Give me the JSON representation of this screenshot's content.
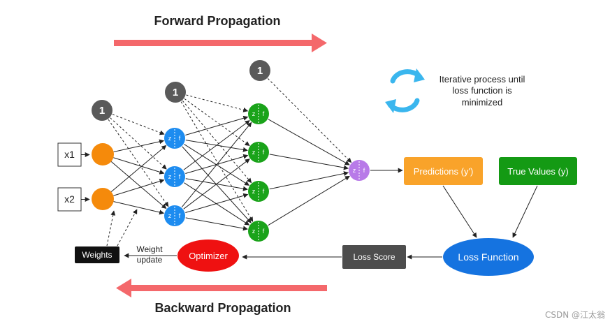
{
  "forward_label": "Forward Propagation",
  "backward_label": "Backward Propagation",
  "iterative_note": [
    "Iterative process until",
    "loss function is",
    "minimized"
  ],
  "inputs": [
    "x1",
    "x2"
  ],
  "bias_label": "1",
  "node_z": "z",
  "node_f": "f",
  "predictions_label": "Predictions (y')",
  "true_values_label": "True Values (y)",
  "loss_function_label": "Loss Function",
  "loss_score_label": "Loss Score",
  "optimizer_label": "Optimizer",
  "weight_update_label": [
    "Weight",
    "update"
  ],
  "weights_label": "Weights",
  "watermark": "CSDN @江太翁",
  "colors": {
    "arrow_red": "#f4686b",
    "input_node": "#f58a0b",
    "hidden1": "#1d8cf0",
    "hidden2": "#1aa31a",
    "output": "#b87ae8",
    "bias": "#5a5a5a",
    "predictions": "#f9a32a",
    "true_values": "#149a14",
    "loss_function": "#1573e0",
    "loss_score": "#4d4d4d",
    "optimizer": "#ef1111",
    "weights": "#111111",
    "cycle": "#3ab6ee"
  }
}
